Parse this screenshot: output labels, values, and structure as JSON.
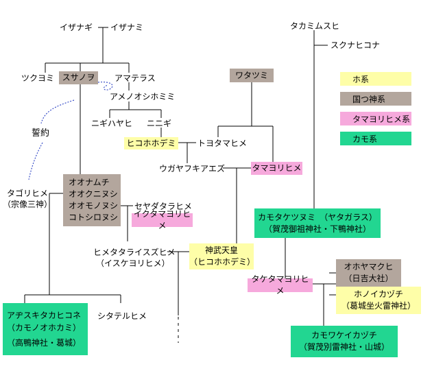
{
  "nodes": {
    "izanagi": "イザナギ",
    "izanami": "イザナミ",
    "takamimusuhi": "タカミムスヒ",
    "sukunahikona": "スクナヒコナ",
    "tsukuyomi": "ツクヨミ",
    "susanoo": "スサノヲ",
    "amaterasu": "アマテラス",
    "watatsumi": "ワタツミ",
    "amenooshihomimi": "アメノオシホミミ",
    "seiyaku": "誓約",
    "nigihayahi": "ニギハヤヒ",
    "ninigi": "ニニギ",
    "hikohohodemi": "ヒコホホデミ",
    "toyotamahime": "トヨタマヒメ",
    "ugaya": "ウガヤフキアエズ",
    "tamayorihime": "タマヨリヒメ",
    "tagorihime": "タゴリヒメ",
    "tagorihime_note": "（宗像三神）",
    "onamuchi": [
      "オオナムチ",
      "オオクニヌシ",
      "オオモノヌシ",
      "コトシロヌシ"
    ],
    "seyadatarahime": "セヤダタラヒメ",
    "ikutamayorihime": "イクタマヨリヒメ",
    "kamotaketsunumi": "カモタケツヌミ　（ヤタガラス）",
    "kamotaketsunumi_note": "（賀茂御祖神社・下鴨神社）",
    "himetatara": "ヒメタタライスズヒメ",
    "himetatara_note": "（イスケヨリヒメ）",
    "jinmu": "神武天皇",
    "jinmu_note": "（ヒコホホデミ）",
    "taketamayorihime": "タケタマヨリヒメ",
    "ohoyamakuhi": "オホヤマクヒ",
    "ohoyamakuhi_note": "（日吉大社）",
    "honoikazuchi": "ホノイカヅチ",
    "honoikazuchi_note": "（葛城坐火雷神社）",
    "ajisuki": "アヂスキタカヒコネ",
    "ajisuki_note": "（カモノオホカミ）",
    "ajisuki_note2": "（高鴨神社・葛城）",
    "shitateruhime": "シタテルヒメ",
    "kamowakeikazuchi": "カモワケイカヅチ",
    "kamowakeikazuchi_note": "（賀茂別雷神社・山城）"
  },
  "legend": [
    {
      "label": "ホ系",
      "color": "#fefea8"
    },
    {
      "label": "国つ神系",
      "color": "#b3a69d"
    },
    {
      "label": "タマヨリヒメ系",
      "color": "#f6a9dc"
    },
    {
      "label": "カモ系",
      "color": "#22d691"
    }
  ]
}
